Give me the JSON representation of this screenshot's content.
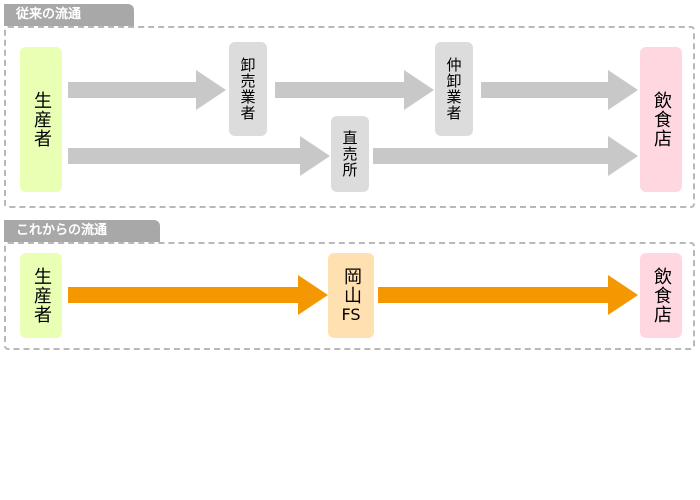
{
  "sections": {
    "traditional": {
      "title": "従来の流通",
      "nodes": {
        "producer": "生産者",
        "wholesaler": "卸売業者",
        "intermediate": "仲卸業者",
        "direct_store": "直売所",
        "restaurant": "飲食店"
      }
    },
    "future": {
      "title": "これからの流通",
      "nodes": {
        "producer": "生産者",
        "okayama_fs_line1": "岡山",
        "okayama_fs_line2": "FS",
        "restaurant": "飲食店"
      }
    }
  },
  "colors": {
    "producer_fill": "#e8ffb4",
    "middle_fill": "#dcdcdc",
    "restaurant_fill": "#ffd7e1",
    "fs_fill": "#ffe0b0",
    "gray_arrow": "#c8c8c8",
    "orange_arrow": "#f39800",
    "tab_fill": "#a8a8a8"
  }
}
